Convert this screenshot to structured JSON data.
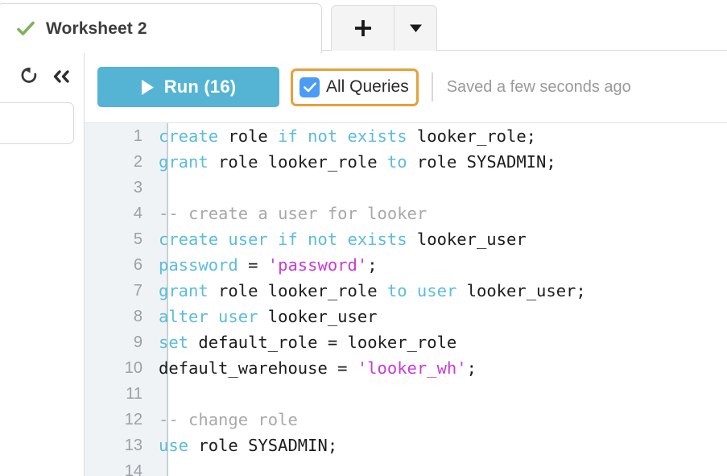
{
  "tabs": {
    "active_tab": {
      "label": "Worksheet 2",
      "status_icon": "check-icon",
      "status_color": "#7cb35c"
    },
    "new_tab_icon": "plus-icon",
    "tab_menu_icon": "caret-down-icon"
  },
  "left_rail": {
    "refresh_icon": "refresh-icon",
    "collapse_icon": "double-chevron-left-icon",
    "input_value": ""
  },
  "toolbar": {
    "run_label": "Run (16)",
    "run_icon": "play-icon",
    "run_color": "#55b4d4",
    "all_queries_label": "All Queries",
    "all_queries_checked": true,
    "all_queries_focus_color": "#e5a13a",
    "checkbox_color": "#4b9cf5",
    "saved_status": "Saved a few seconds ago"
  },
  "editor": {
    "syntax_colors": {
      "keyword": "#5bbcdc",
      "string": "#c93ad6",
      "comment": "#a8a8a8",
      "plain": "#1c1c1c"
    },
    "lines": [
      {
        "n": "1",
        "tokens": [
          {
            "t": "create",
            "c": "kw"
          },
          {
            "t": " role ",
            "c": "plain"
          },
          {
            "t": "if not exists",
            "c": "kw"
          },
          {
            "t": " looker_role;",
            "c": "plain"
          }
        ]
      },
      {
        "n": "2",
        "tokens": [
          {
            "t": "grant",
            "c": "kw"
          },
          {
            "t": " role looker_role ",
            "c": "plain"
          },
          {
            "t": "to",
            "c": "kw"
          },
          {
            "t": " role SYSADMIN;",
            "c": "plain"
          }
        ]
      },
      {
        "n": "3",
        "tokens": []
      },
      {
        "n": "4",
        "tokens": [
          {
            "t": "-- create a user for looker",
            "c": "cmt"
          }
        ]
      },
      {
        "n": "5",
        "tokens": [
          {
            "t": "create user if not exists",
            "c": "kw"
          },
          {
            "t": " looker_user",
            "c": "plain"
          }
        ]
      },
      {
        "n": "6",
        "tokens": [
          {
            "t": "password",
            "c": "kw"
          },
          {
            "t": " = ",
            "c": "plain"
          },
          {
            "t": "'password'",
            "c": "str"
          },
          {
            "t": ";",
            "c": "plain"
          }
        ]
      },
      {
        "n": "7",
        "tokens": [
          {
            "t": "grant",
            "c": "kw"
          },
          {
            "t": " role looker_role ",
            "c": "plain"
          },
          {
            "t": "to user",
            "c": "kw"
          },
          {
            "t": " looker_user;",
            "c": "plain"
          }
        ]
      },
      {
        "n": "8",
        "tokens": [
          {
            "t": "alter user",
            "c": "kw"
          },
          {
            "t": " looker_user",
            "c": "plain"
          }
        ]
      },
      {
        "n": "9",
        "tokens": [
          {
            "t": "set",
            "c": "kw"
          },
          {
            "t": " default_role = looker_role",
            "c": "plain"
          }
        ]
      },
      {
        "n": "10",
        "tokens": [
          {
            "t": "default_warehouse = ",
            "c": "plain"
          },
          {
            "t": "'looker_wh'",
            "c": "str"
          },
          {
            "t": ";",
            "c": "plain"
          }
        ]
      },
      {
        "n": "11",
        "tokens": []
      },
      {
        "n": "12",
        "tokens": [
          {
            "t": "-- change role",
            "c": "cmt"
          }
        ]
      },
      {
        "n": "13",
        "tokens": [
          {
            "t": "use",
            "c": "kw"
          },
          {
            "t": " role SYSADMIN;",
            "c": "plain"
          }
        ]
      },
      {
        "n": "14",
        "tokens": []
      }
    ]
  }
}
